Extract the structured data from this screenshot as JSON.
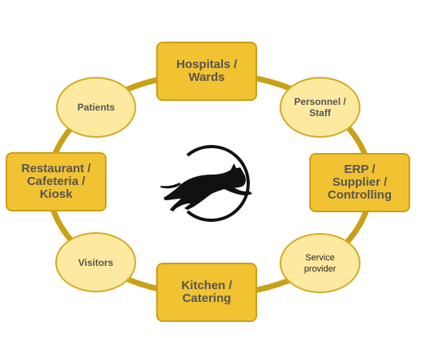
{
  "center_logo": {
    "icon": "leaping-panther-icon",
    "ring_color": "#111111"
  },
  "colors": {
    "ring": "#c9a017",
    "box_fill": "#f1c232",
    "oval_fill": "#fde9a0",
    "text": "#555555"
  },
  "nodes": {
    "hospitals": "Hospitals /\nWards",
    "personnel": "Personnel /\nStaff",
    "erp": "ERP /\nSupplier /\nControlling",
    "service": "Service\nprovider",
    "kitchen": "Kitchen /\nCatering",
    "visitors": "Visitors",
    "restaurant": "Restaurant /\nCafeteria /\nKiosk",
    "patients": "Patients"
  }
}
